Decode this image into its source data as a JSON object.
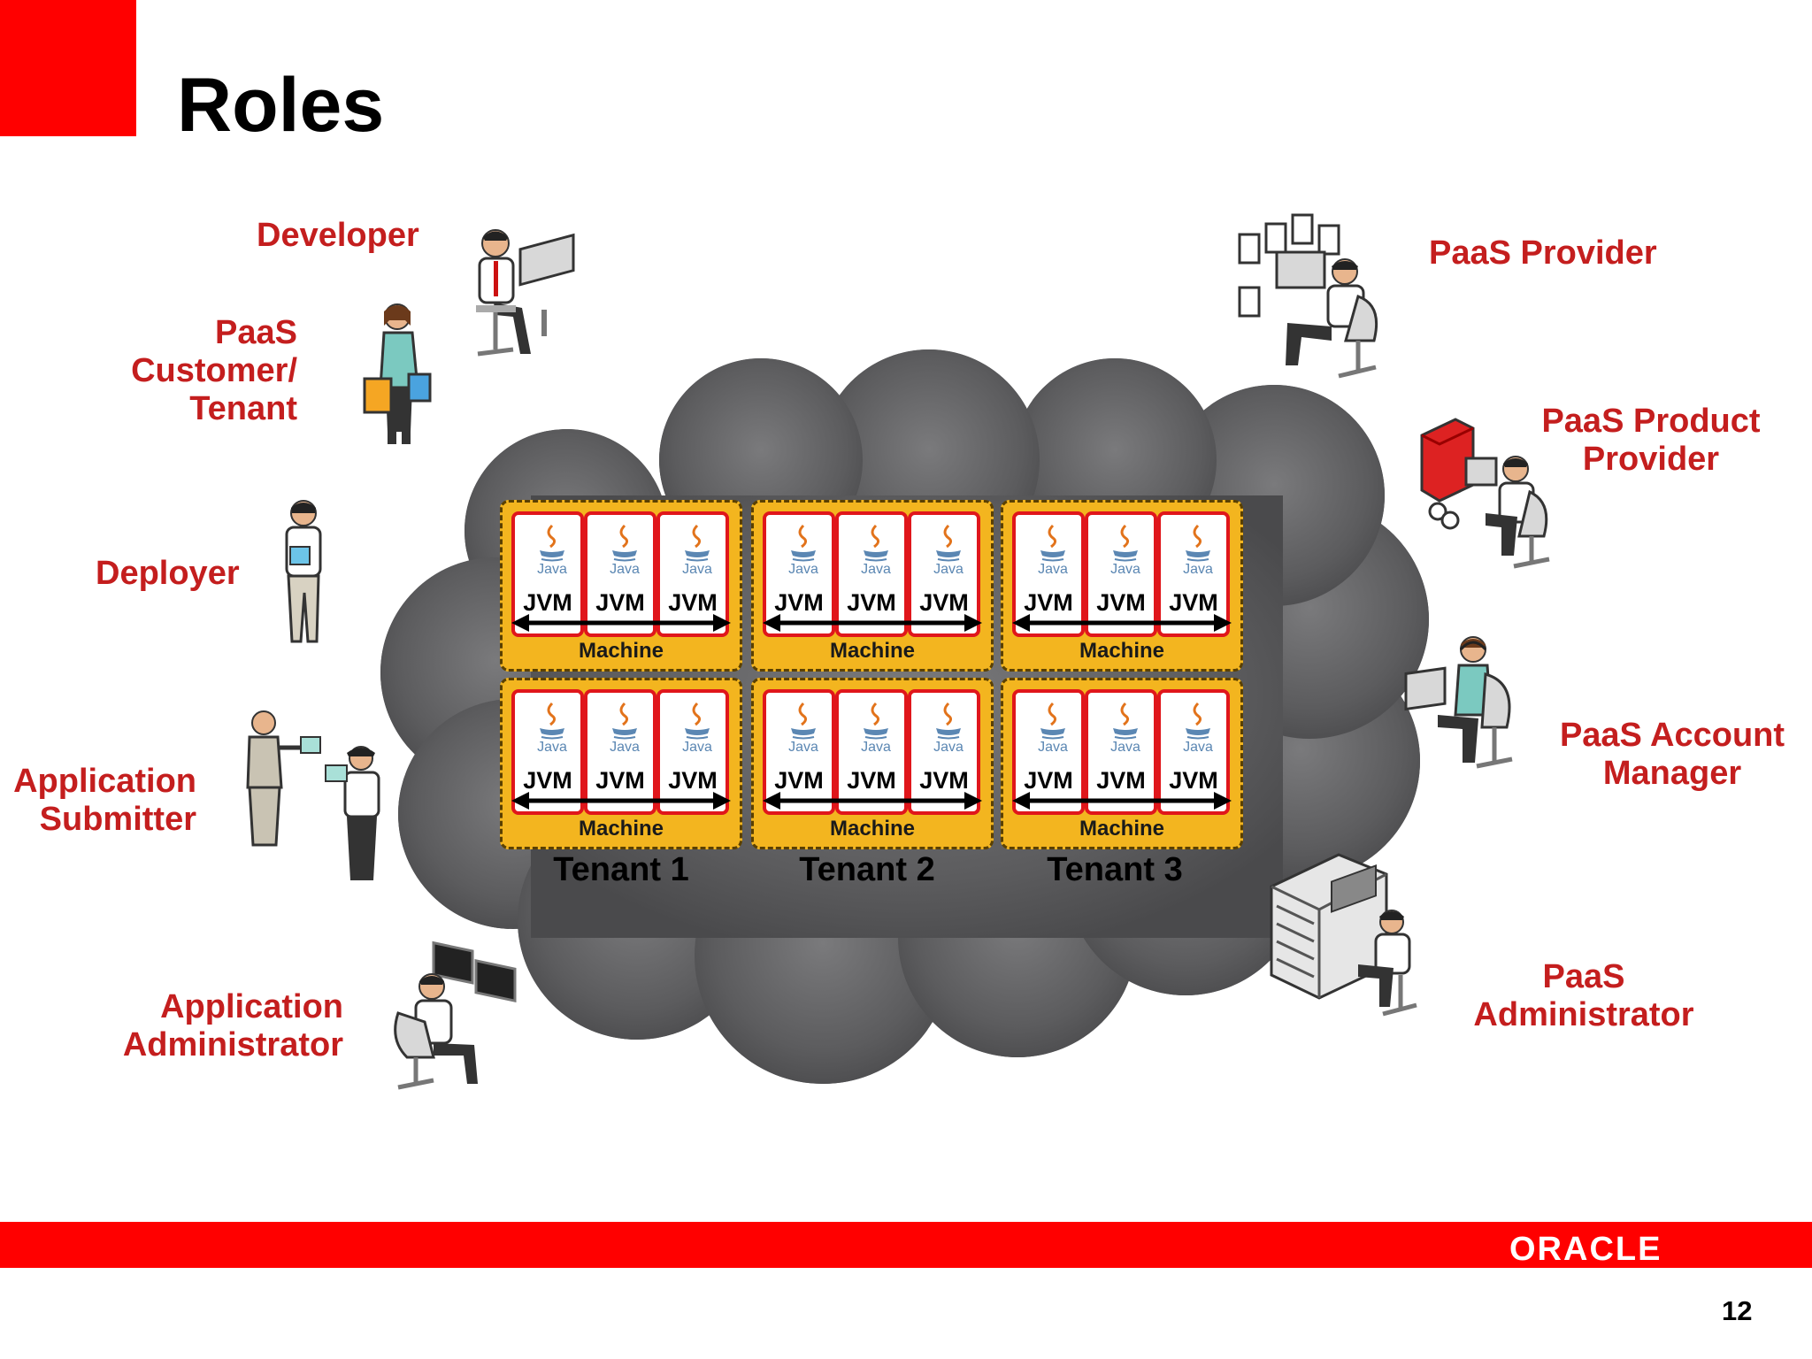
{
  "slide": {
    "title": "Roles",
    "page_number": "12",
    "brand": "ORACLE"
  },
  "roles": {
    "developer": "Developer",
    "customer": [
      "PaaS",
      "Customer/",
      "Tenant"
    ],
    "deployer": "Deployer",
    "app_submitter": [
      "Application",
      "Submitter"
    ],
    "app_admin": [
      "Application",
      "Administrator"
    ],
    "paas_provider": "PaaS Provider",
    "product_provider": [
      "PaaS Product",
      "Provider"
    ],
    "account_manager": [
      "PaaS Account",
      "Manager"
    ],
    "paas_admin": [
      "PaaS",
      "Administrator"
    ]
  },
  "diagram": {
    "jvm_label": "JVM",
    "java_text": "Java",
    "machine_label": "Machine",
    "tenants": [
      "Tenant 1",
      "Tenant 2",
      "Tenant 3"
    ]
  },
  "colors": {
    "accent_red": "#ff0000",
    "role_text": "#c41e1e",
    "machine_fill": "#f3b51f",
    "jvm_border": "#e0161b",
    "cloud": "#6e6e70"
  }
}
